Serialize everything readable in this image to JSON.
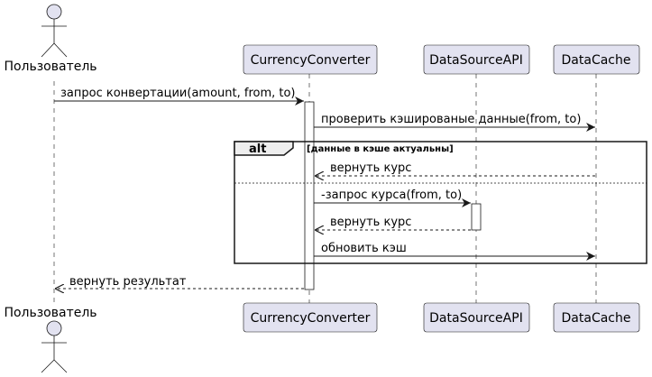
{
  "diagram": {
    "participants": {
      "user": "Пользователь",
      "converter": "CurrencyConverter",
      "api": "DataSourceAPI",
      "cache": "DataCache"
    },
    "messages": {
      "m1": "запрос конвертации(amount, from, to)",
      "m2": "проверить кэшированые данные(from, to)",
      "m3": "вернуть курс",
      "m4": "-запрос курса(from, to)",
      "m5": "вернуть курс",
      "m6": "обновить кэш",
      "m7": "вернуть результат"
    },
    "alt": {
      "keyword": "alt",
      "guard": "[данные в кэше актуальны]"
    },
    "colors": {
      "participant_fill": "#E2E2F0",
      "participant_border": "#181818",
      "lifeline": "#181818",
      "activation_fill": "#FFFFFF",
      "fragment_label_fill": "#EEEEEE"
    }
  }
}
